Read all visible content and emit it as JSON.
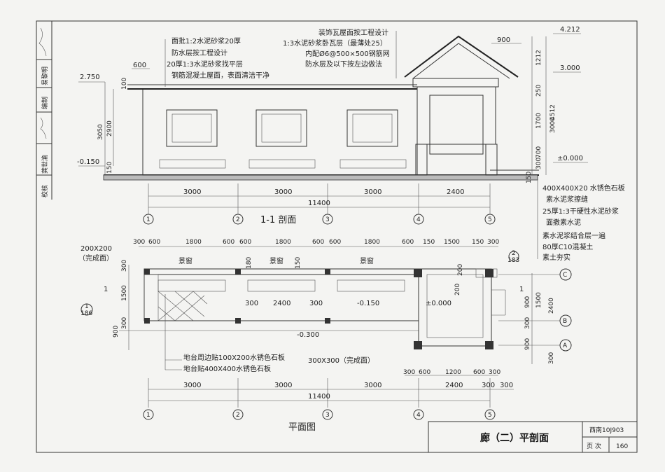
{
  "sidebar": {
    "date_label": "易黎明",
    "editor_label": "编制",
    "review_label": "龚世渝",
    "check_label": "校核"
  },
  "section": {
    "title": "1-1 剖面",
    "notes_left": [
      "面批1:2水泥砂浆20厚",
      "防水层按工程设计",
      "20厚1:3水泥砂浆找平层",
      "钢筋混凝土屋面，表面清洁干净"
    ],
    "notes_right": [
      "装饰瓦屋面按工程设计",
      "1:3水泥砂浆卧瓦层（最薄处25）",
      "内配Ø6@500×500钢筋网",
      "防水层及以下按左边做法"
    ],
    "elev_left_top": "2.750",
    "elev_left_bottom": "-0.150",
    "elev_right_top": "4.212",
    "elev_right_mid": "3.000",
    "elev_right_zero": "±0.000",
    "dim_600": "600",
    "dim_900": "900",
    "dim_100": "100",
    "dim_3050": "3050",
    "dim_2900": "2900",
    "dim_150": "150",
    "right_dims": [
      "1212",
      "250",
      "1700",
      "700",
      "300",
      "150"
    ],
    "right_total_3000": "3000",
    "right_total_4512": "4512",
    "bays": [
      "3000",
      "3000",
      "3000",
      "2400"
    ],
    "total": "11400",
    "axes": [
      "1",
      "2",
      "3",
      "4",
      "5"
    ],
    "floor_notes": [
      "400X400X20 水锈色石板",
      "素水泥浆擦缝",
      "25厚1:3干硬性水泥砂浆",
      "面撒素水泥",
      "素水泥浆结合层一遍",
      "80厚C10混凝土",
      "素土夯实"
    ]
  },
  "plan": {
    "title": "平面图",
    "top_dims": [
      "300",
      "600",
      "1800",
      "600",
      "600",
      "1800",
      "600",
      "600",
      "1800",
      "600",
      "150",
      "1500",
      "150",
      "300"
    ],
    "window_labels": [
      "景窗",
      "景窗",
      "景窗"
    ],
    "label_200": "200X200",
    "label_finish": "（完成面）",
    "dim_180": "180",
    "dim_150": "150",
    "dim_300": "300",
    "dim_2400": "2400",
    "dim_1500": "1500",
    "dim_200": "200",
    "elev_m015": "-0.150",
    "elev_000": "±0.000",
    "elev_m030": "-0.300",
    "section_mark": "1",
    "ref_1": "1",
    "ref_186": "186",
    "ref_2": "2",
    "ref_183": "183",
    "left_dims": [
      "300",
      "1500",
      "300",
      "900"
    ],
    "right_dims": [
      "900",
      "1500",
      "300",
      "900",
      "300"
    ],
    "right_total": "2400",
    "axes_row": [
      "C",
      "B",
      "A"
    ],
    "note_300": "300X300（完成面）",
    "note_step1": "地台周边贴100X200水锈色石板",
    "note_step2": "地台贴400X400水锈色石板",
    "bottom_small": [
      "300",
      "600",
      "1200",
      "600",
      "300"
    ],
    "bottom_2400": "2400",
    "bottom_300a": "300",
    "bottom_300b": "300",
    "bays": [
      "3000",
      "3000",
      "3000",
      "2400"
    ],
    "total": "11400",
    "axes": [
      "1",
      "2",
      "3",
      "4",
      "5"
    ]
  },
  "titleblock": {
    "title": "廊（二）平剖面",
    "code": "西南10J903",
    "page_label": "页 次",
    "page": "160"
  }
}
